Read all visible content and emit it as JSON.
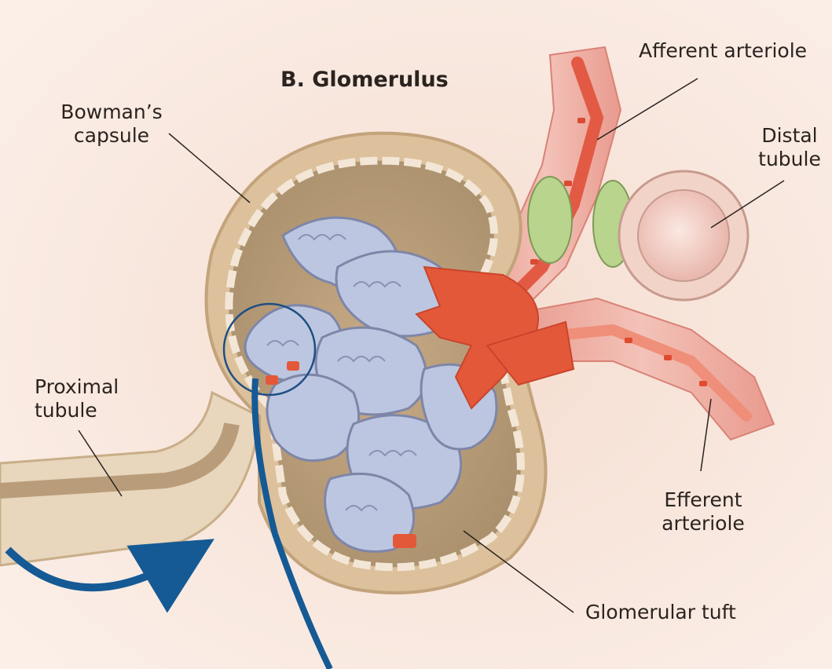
{
  "title": "B. Glomerulus",
  "labels": {
    "bowmans_capsule": "Bowman’s\ncapsule",
    "afferent_arteriole": "Afferent arteriole",
    "distal_tubule": "Distal\ntubule",
    "proximal_tubule": "Proximal\ntubule",
    "efferent_arteriole": "Efferent\narteriole",
    "glomerular_tuft": "Glomerular tuft"
  },
  "colors": {
    "background": "#f8e6dc",
    "capsule": "#d7ba92",
    "capsule_lumen": "#b69a74",
    "tuft": "#b7c1dc",
    "vessel": "#e4583a",
    "arrow": "#155a95",
    "macula": "#a7c77d",
    "distal_cells": "#a99ac8"
  },
  "icons": [
    "flow-arrow-icon",
    "zoom-circle-icon"
  ]
}
